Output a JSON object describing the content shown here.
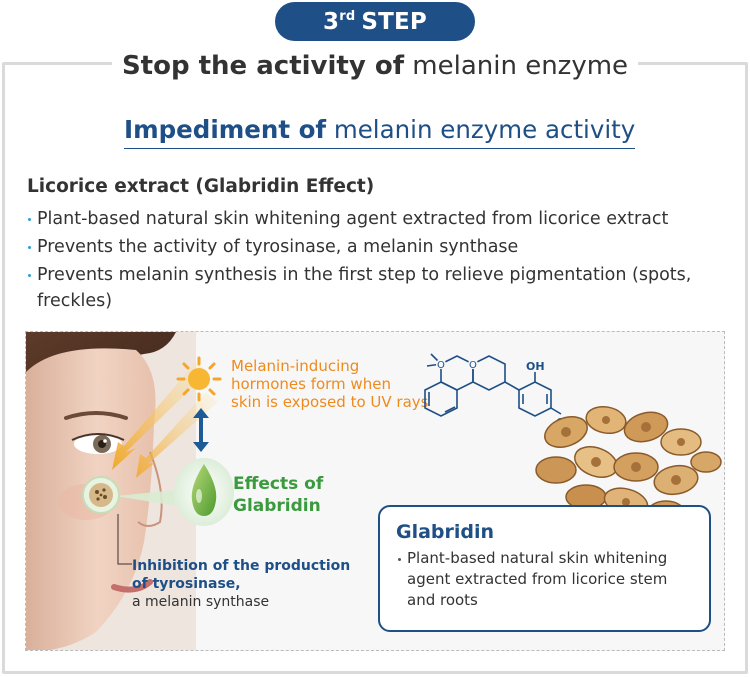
{
  "badge": {
    "sup": "rd",
    "prefix": "3",
    "label": "STEP"
  },
  "header": {
    "title_bold": "Stop the activity of",
    "title_normal": "melanin enzyme"
  },
  "subtitle": {
    "bold": "Impediment of",
    "normal": "melanin enzyme activity"
  },
  "section": {
    "heading": "Licorice extract (Glabridin Effect)",
    "bullets": [
      "Plant-based natural skin whitening agent extracted from licorice extract",
      "Prevents the activity of tyrosinase, a melanin synthase",
      "Prevents melanin synthesis in the first step to relieve pigmentation (spots, freckles)"
    ]
  },
  "illustration": {
    "uv_text": [
      "Melanin-inducing",
      "hormones form when",
      "skin is exposed to UV rays"
    ],
    "effects_text": [
      "Effects of",
      "Glabridin"
    ],
    "inhibition_text": {
      "strong1": "Inhibition of the production",
      "strong2": "of tyrosinase,",
      "normal": "a melanin synthase"
    },
    "molecule_labels": {
      "oh1": "OH",
      "oh2": "OH"
    },
    "icons": [
      "sun-icon",
      "double-arrow-icon",
      "droplet-icon",
      "molecule-icon",
      "licorice-root-image",
      "face-image"
    ],
    "colors": {
      "navy": "#1e4f86",
      "orange": "#ef8a1d",
      "green": "#3b9a3d",
      "bullet_blue": "#2a9fd6"
    }
  },
  "glabridin_box": {
    "title": "Glabridin",
    "description": "Plant-based natural skin whitening agent extracted from licorice stem and roots"
  }
}
